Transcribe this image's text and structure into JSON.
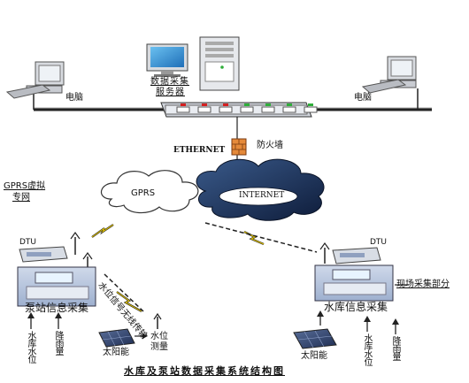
{
  "labels": {
    "pc_left": "电脑",
    "pc_right": "电脑",
    "server_line1": "数据采集",
    "server_line2": "服务器",
    "ethernet": "ETHERNET",
    "firewall": "防火墙",
    "gprs": "GPRS",
    "internet": "INTERNET",
    "gprs_vpn_line1": "GPRS虚拟",
    "gprs_vpn_line2": "专网",
    "dtu_left": "DTU",
    "dtu_right": "DTU",
    "wireless_transfer": "水位信号无线传输",
    "pump_station_collect": "泵站信息采集",
    "reservoir_collect": "水库信息采集",
    "field_collect": "现场采集部分",
    "left_reservoir_level": "水库水位",
    "left_rainfall": "降雨量",
    "left_solar": "太阳能",
    "water_level_measure": "水位测量",
    "right_solar": "太阳能",
    "right_reservoir_level": "水库水位",
    "right_rainfall": "降雨量",
    "title": "水库及泵站数据采集系统结构图"
  },
  "icons": {
    "monitor": "monitor-icon",
    "server": "server-tower-icon",
    "switch": "network-switch-icon",
    "firewall": "firewall-icon",
    "cloud": "cloud-icon",
    "antenna": "antenna-icon",
    "solar_panel": "solar-panel-icon",
    "lightning": "wireless-signal-icon"
  },
  "colors": {
    "switch_port_red": "#d42020",
    "switch_port_green": "#2fae3a",
    "firewall": "#e58a3a",
    "internet_cloud": "#1a2f55",
    "screen": "#2f8fd8",
    "lightning": "#e8c800"
  }
}
